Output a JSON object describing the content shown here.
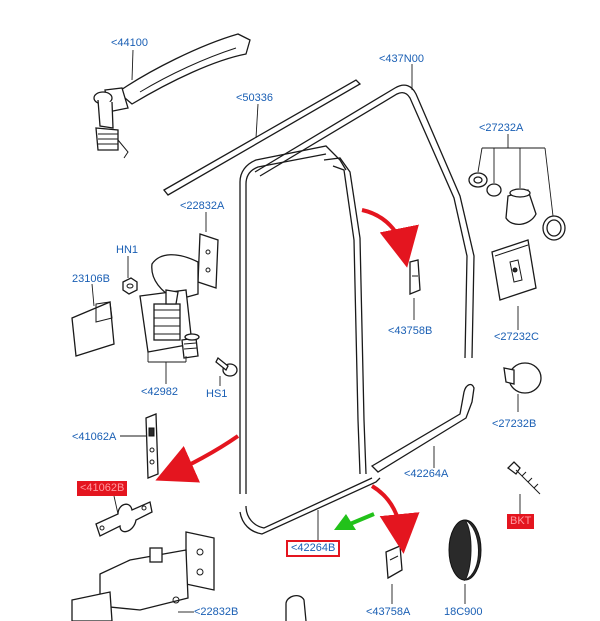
{
  "colors": {
    "label": "#1a5fb4",
    "highlight": "#e4151f",
    "arrow_red": "#e4151f",
    "arrow_green": "#22c21a"
  },
  "labels": {
    "p44100": "<44100",
    "p50336": "<50336",
    "p437N00": "<437N00",
    "p27232A": "<27232A",
    "p22832A": "<22832A",
    "pHN1": "HN1",
    "p23106B": "23106B",
    "p43758B": "<43758B",
    "p27232C": "<27232C",
    "p42982": "<42982",
    "pHS1": "HS1",
    "p27232B": "<27232B",
    "p41062A": "<41062A",
    "p42264A": "<42264A",
    "p41062B": "<41062B",
    "p42264B": "<42264B",
    "pBKT": "BKT",
    "p22832B": "<22832B",
    "p43758A": "<43758A",
    "p18C900": "18C900"
  }
}
